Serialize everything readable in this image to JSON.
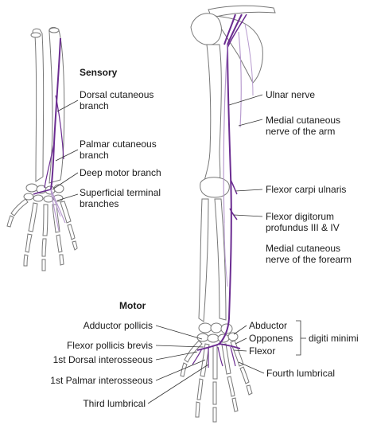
{
  "headings": {
    "sensory": "Sensory",
    "motor": "Motor"
  },
  "sensory_labels": {
    "dorsal": [
      "Dorsal cutaneous",
      "branch"
    ],
    "palmar": [
      "Palmar cutaneous",
      "branch"
    ],
    "deep": [
      "Deep motor branch"
    ],
    "superficial": [
      "Superficial terminal",
      "branches"
    ]
  },
  "arm_labels": {
    "ulnar": [
      "Ulnar nerve"
    ],
    "medial_arm": [
      "Medial cutaneous",
      "nerve of the arm"
    ],
    "fcu": [
      "Flexor carpi ulnaris"
    ],
    "fdp": [
      "Flexor digitorum",
      "profundus III & IV"
    ],
    "medial_forearm": [
      "Medial cutaneous",
      "nerve of the forearm"
    ]
  },
  "motor_left_labels": {
    "adductor_pollicis": "Adductor pollicis",
    "fpb": "Flexor pollicis brevis",
    "first_dorsal": "1st Dorsal interosseous",
    "first_palmar": "1st Palmar interosseous",
    "third_lumbrical": "Third lumbrical"
  },
  "motor_right_labels": {
    "abductor": "Abductor",
    "opponens": "Opponens",
    "flexor": "Flexor",
    "digiti_minimi": "digiti minimi",
    "fourth_lumbrical": "Fourth lumbrical"
  },
  "colors": {
    "nerve": "#6b2c91",
    "nerve_light": "#b89ccf",
    "bone_line": "#777777",
    "leader": "#333333"
  }
}
